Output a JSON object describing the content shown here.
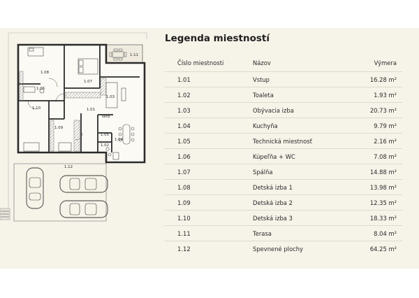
{
  "legend": {
    "title": "Legenda miestností",
    "headers": {
      "number": "Číslo miestnosti",
      "name": "Názov",
      "area": "Výmera"
    },
    "rows": [
      {
        "number": "1.01",
        "name": "Vstup",
        "area": "16.28 m²"
      },
      {
        "number": "1.02",
        "name": "Toaleta",
        "area": "1.93 m²"
      },
      {
        "number": "1.03",
        "name": "Obývacia izba",
        "area": "20.73 m²"
      },
      {
        "number": "1.04",
        "name": "Kuchyňa",
        "area": "9.79 m²"
      },
      {
        "number": "1.05",
        "name": "Technická miestnosť",
        "area": "2.16 m²"
      },
      {
        "number": "1.06",
        "name": "Kúpeľňa + WC",
        "area": "7.08 m²"
      },
      {
        "number": "1.07",
        "name": "Spálňa",
        "area": "14.88 m²"
      },
      {
        "number": "1.08",
        "name": "Detská izba 1",
        "area": "13.98 m²"
      },
      {
        "number": "1.09",
        "name": "Detská izba 2",
        "area": "12.35 m²"
      },
      {
        "number": "1.10",
        "name": "Detská izba 3",
        "area": "18.33 m²"
      },
      {
        "number": "1.11",
        "name": "Terasa",
        "area": "8.04 m²"
      },
      {
        "number": "1.12",
        "name": "Spevnené plochy",
        "area": "64.25 m²"
      }
    ]
  },
  "plan": {
    "labels": {
      "r101": "1.01",
      "r102": "1.02",
      "r103": "1.03",
      "r104": "1.04",
      "r105": "1.05",
      "r106": "1.06",
      "r107": "1.07",
      "r108": "1.08",
      "r109": "1.09",
      "r110": "1.10",
      "r111": "1.11",
      "r112": "1.12",
      "skrb": "skrb"
    }
  },
  "colors": {
    "background": "#f6f3e8",
    "wall": "#2b2b2b",
    "hatch": "#8c8c8c",
    "text": "#2a2a2a"
  }
}
